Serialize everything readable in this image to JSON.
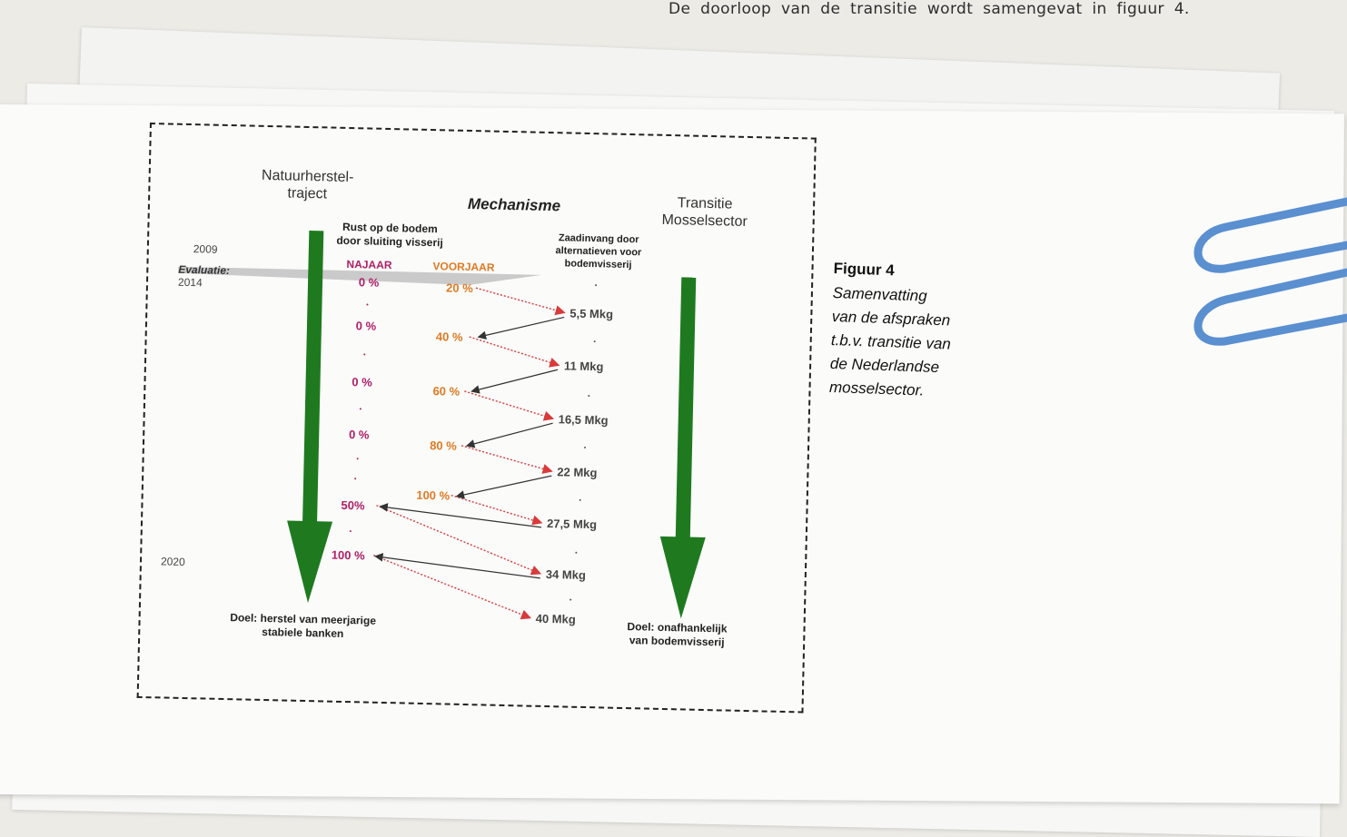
{
  "intro": "De doorloop van de transitie wordt samengevat in figuur 4.",
  "figure": {
    "col_left_header": [
      "Natuurherstel-",
      "traject"
    ],
    "col_mid_header": "Mechanisme",
    "col_right_header": [
      "Transitie",
      "Mosselsector"
    ],
    "subheader_left": [
      "Rust op de bodem",
      "door sluiting visserij"
    ],
    "subheader_right": [
      "Zaadinvang door",
      "alternatieven voor",
      "bodemvisserij"
    ],
    "season_najaar": "NAJAAR",
    "season_voorjaar": "VOORJAAR",
    "year_start": "2009",
    "evaluation_label": "Evaluatie:",
    "evaluation_year": "2014",
    "year_end": "2020",
    "najaar_values": [
      "0 %",
      "0 %",
      "0 %",
      "0 %",
      "50%",
      "100 %"
    ],
    "voorjaar_values": [
      "20 %",
      "40 %",
      "60 %",
      "80 %",
      "100 %"
    ],
    "mkg_values": [
      "5,5 Mkg",
      "11 Mkg",
      "16,5 Mkg",
      "22 Mkg",
      "27,5 Mkg",
      "34 Mkg",
      "40 Mkg"
    ],
    "goal_left": [
      "Doel: herstel van meerjarige",
      "stabiele banken"
    ],
    "goal_right": [
      "Doel: onafhankelijk",
      "van bodemvisserij"
    ]
  },
  "caption": {
    "title": "Figuur 4",
    "lines": [
      "Samenvatting",
      "van de afspraken",
      "t.b.v. transitie van",
      "de Nederlandse",
      "mosselsector."
    ]
  },
  "colors": {
    "najaar": "#b01e66",
    "voorjaar": "#e07a22",
    "green_arrow": "#1f7a1f",
    "red_dotted": "#d93a3a",
    "gray_arrow": "#333333",
    "paperclip": "#5a8fd0"
  }
}
